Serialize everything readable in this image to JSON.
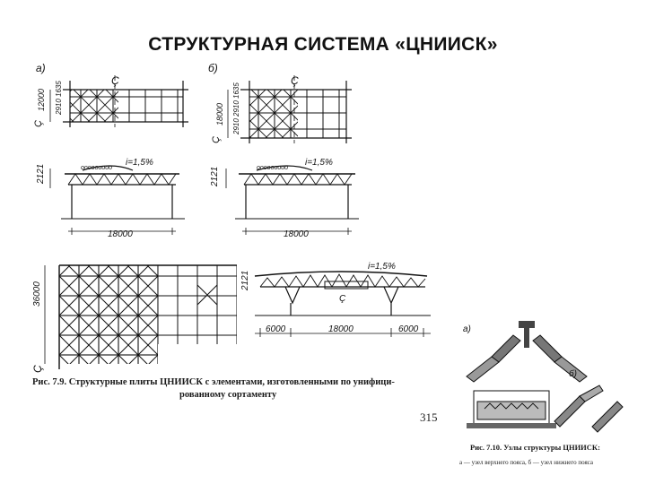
{
  "slide": {
    "title": "СТРУКТУРНАЯ СИСТЕМА «ЦНИИСК»"
  },
  "figure_7_9": {
    "panel_a": "а)",
    "panel_b": "б)",
    "dim_12000": "12000",
    "dim_2910_1635": "2910 1635",
    "dim_18000_height": "18000",
    "dim_2910_1635_b": "2910 2910 1635",
    "dim_2121": "2121",
    "slope": "i=1,5%",
    "span_18000": "18000",
    "dim_36000": "36000",
    "span_6000_left": "6000",
    "span_6000_right": "6000",
    "axis_mark": "Ç",
    "caption_line1": "Рис. 7.9. Структурные плиты ЦНИИСК с элементами, изготовленными по унифици-",
    "caption_line2": "рованному сортаменту",
    "page_number": "315"
  },
  "figure_7_10": {
    "panel_a": "а)",
    "panel_b": "б)",
    "caption_line1": "Рис. 7.10. Узлы структуры ЦНИИСК:",
    "caption_line2": "а — узел верхнего пояса, б — узел нижнего пояса"
  }
}
